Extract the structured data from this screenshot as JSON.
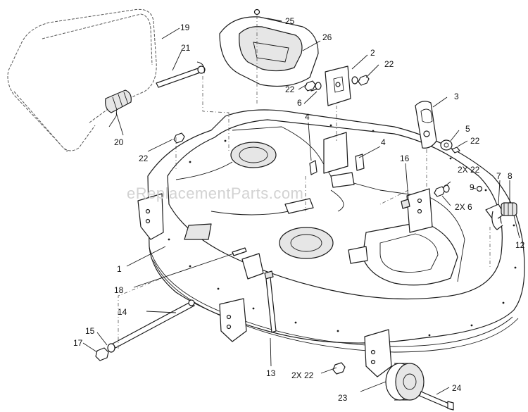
{
  "watermark": "eReplacementParts.com",
  "callouts": {
    "c1": "1",
    "c2": "2",
    "c3": "3",
    "c4a": "4",
    "c4b": "4",
    "c5": "5",
    "c6a": "6",
    "c6b": "2X 6",
    "c7": "7",
    "c8": "8",
    "c9": "9",
    "c12": "12",
    "c13": "13",
    "c14": "14",
    "c15": "15",
    "c16": "16",
    "c17": "17",
    "c18": "18",
    "c19": "19",
    "c20": "20",
    "c21": "21",
    "c22a": "22",
    "c22b": "22",
    "c22c": "22",
    "c22d": "22",
    "c22e": "2X 22",
    "c22f": "2X 22",
    "c23": "23",
    "c24": "24",
    "c25": "25",
    "c26": "26"
  }
}
